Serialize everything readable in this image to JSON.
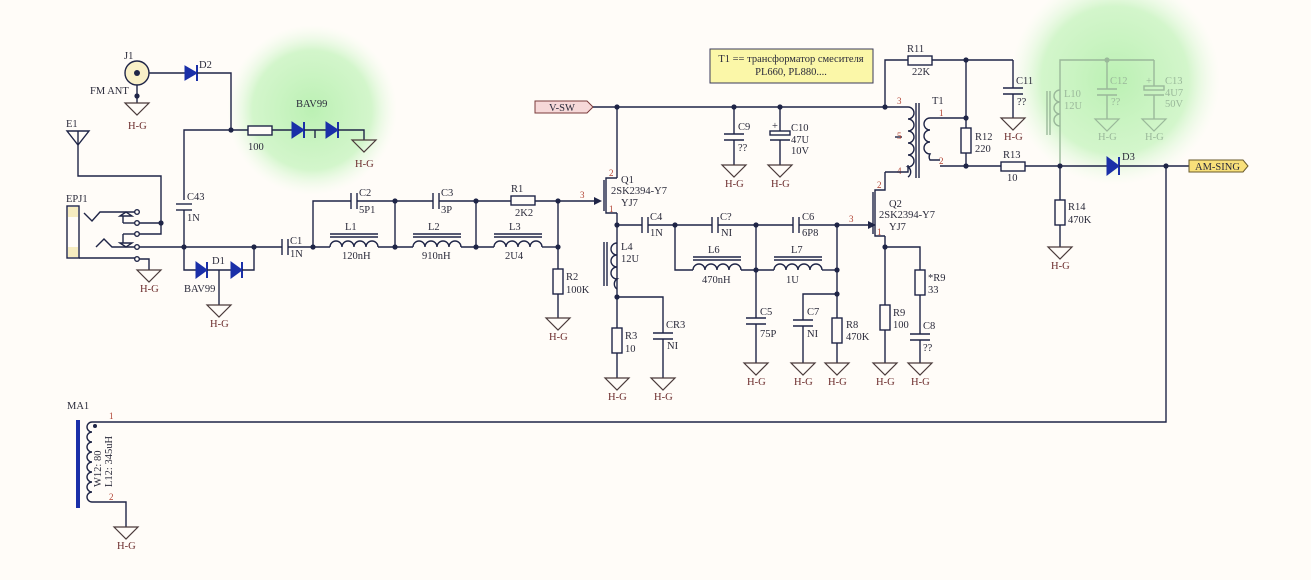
{
  "title": "FM/AM RF front-end schematic",
  "colors": {
    "wire": "#1f2547",
    "diode": "#1a2fa8",
    "highlight": "#b8f0b0",
    "note_fill": "#fbf7a8",
    "vsw_fill": "#f6d8d8",
    "amsing_fill": "#f8e07a",
    "background": "#fffcf8"
  },
  "note": {
    "line1": "T1 == трансформатор смесителя",
    "line2": "PL660, PL880...."
  },
  "ports": {
    "vsw": "V-SW",
    "amsing": "AM-SING"
  },
  "ground": "H-G",
  "components": {
    "J1": {
      "ref": "J1",
      "value": "FM ANT"
    },
    "E1": {
      "ref": "E1"
    },
    "EPJ1": {
      "ref": "EPJ1"
    },
    "D2": {
      "ref": "D2"
    },
    "R100": {
      "value": "100"
    },
    "BAV99_top": {
      "value": "BAV99"
    },
    "C43": {
      "ref": "C43",
      "value": "1N"
    },
    "D1": {
      "ref": "D1",
      "value": "BAV99"
    },
    "C1": {
      "ref": "C1",
      "value": "1N"
    },
    "C2": {
      "ref": "C2",
      "value": "5P1"
    },
    "C3": {
      "ref": "C3",
      "value": "3P"
    },
    "R1": {
      "ref": "R1",
      "value": "2K2"
    },
    "L1": {
      "ref": "L1",
      "value": "120nH"
    },
    "L2": {
      "ref": "L2",
      "value": "910nH"
    },
    "L3": {
      "ref": "L3",
      "value": "2U4"
    },
    "R2": {
      "ref": "R2",
      "value": "100K"
    },
    "Q1": {
      "ref": "Q1",
      "part": "2SK2394-Y7",
      "mark": "YJ7"
    },
    "C4": {
      "ref": "C4",
      "value": "1N"
    },
    "L4": {
      "ref": "L4",
      "value": "12U"
    },
    "R3": {
      "ref": "R3",
      "value": "10"
    },
    "CR3": {
      "ref": "CR3",
      "value": "NI"
    },
    "C9": {
      "ref": "C9",
      "value": "??"
    },
    "C10": {
      "ref": "C10",
      "value": "47U",
      "voltage": "10V"
    },
    "Cq": {
      "ref": "C?",
      "value": "NI"
    },
    "C6": {
      "ref": "C6",
      "value": "6P8"
    },
    "L6": {
      "ref": "L6",
      "value": "470nH"
    },
    "L7": {
      "ref": "L7",
      "value": "1U"
    },
    "C5": {
      "ref": "C5",
      "value": "75P"
    },
    "C7": {
      "ref": "C7",
      "value": "NI"
    },
    "R8": {
      "ref": "R8",
      "value": "470K"
    },
    "Q2": {
      "ref": "Q2",
      "part": "2SK2394-Y7",
      "mark": "YJ7"
    },
    "R9": {
      "ref": "R9",
      "value": "100"
    },
    "R9s": {
      "ref": "*R9",
      "value": "33"
    },
    "C8": {
      "ref": "C8",
      "value": "??"
    },
    "R11": {
      "ref": "R11",
      "value": "22K"
    },
    "T1": {
      "ref": "T1"
    },
    "R12": {
      "ref": "R12",
      "value": "220"
    },
    "C11": {
      "ref": "C11",
      "value": "??"
    },
    "L10": {
      "ref": "L10",
      "value": "12U"
    },
    "C12": {
      "ref": "C12",
      "value": "??"
    },
    "C13": {
      "ref": "C13",
      "value": "4U7",
      "voltage": "50V"
    },
    "R13": {
      "ref": "R13",
      "value": "10"
    },
    "D3": {
      "ref": "D3"
    },
    "R14": {
      "ref": "R14",
      "value": "470K"
    },
    "MA1": {
      "ref": "MA1",
      "spec1": "W12: 80",
      "spec2": "L12: 345uH"
    }
  },
  "pins": {
    "p1": "1",
    "p2": "2",
    "p3": "3",
    "p4": "4",
    "p5": "5"
  }
}
